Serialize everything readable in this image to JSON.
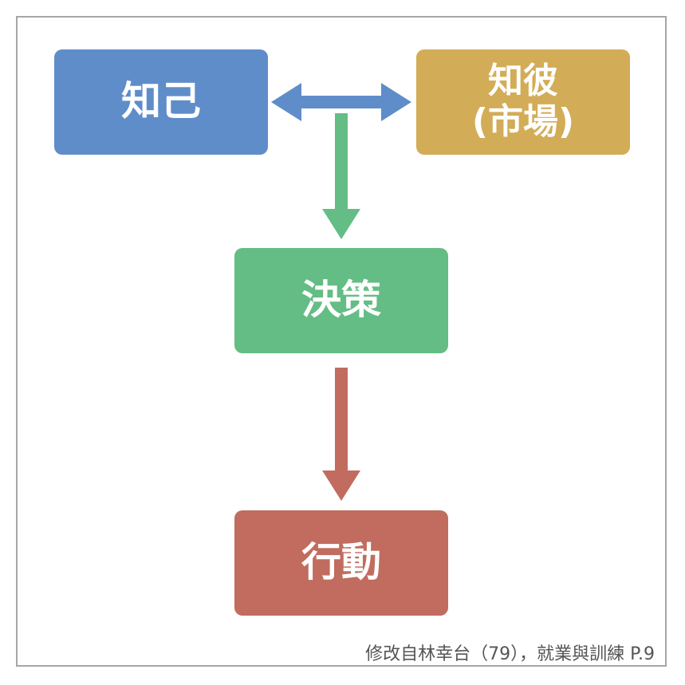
{
  "boxes": {
    "self": "知己",
    "market": "知彼\n(市場)",
    "decision": "決策",
    "action": "行動"
  },
  "colors": {
    "self": "#5f8dc9",
    "market": "#d3ac57",
    "decision": "#64bd84",
    "action": "#c16c5f"
  },
  "caption": "修改自林幸台（79），就業與訓練 P.9"
}
